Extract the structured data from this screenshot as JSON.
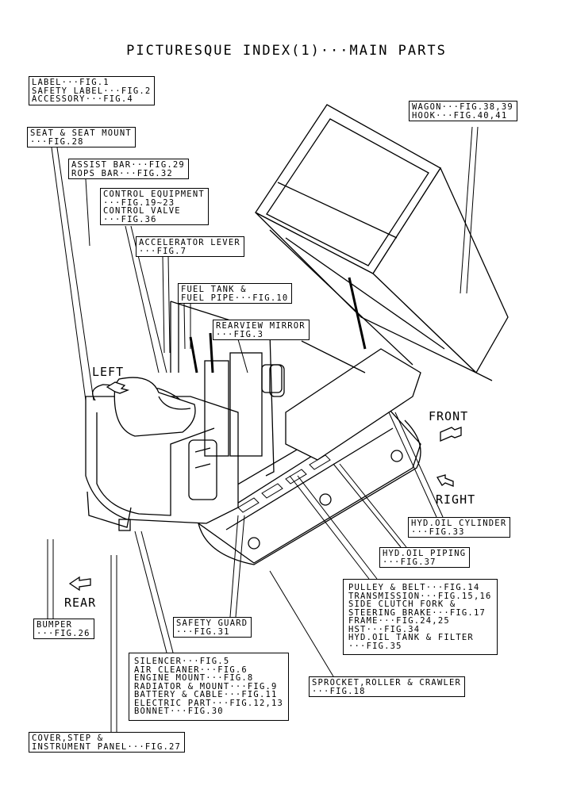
{
  "title": "PICTURESQUE INDEX(1)···MAIN PARTS",
  "directions": {
    "left": "LEFT",
    "front": "FRONT",
    "right": "RIGHT",
    "rear": "REAR"
  },
  "callouts": {
    "label": [
      "LABEL···FIG.1",
      "SAFETY LABEL···FIG.2",
      "ACCESSORY···FIG.4"
    ],
    "seat": [
      "SEAT & SEAT MOUNT",
      "···FIG.28"
    ],
    "assist": [
      "ASSIST BAR···FIG.29",
      "ROPS BAR···FIG.32"
    ],
    "control": [
      "CONTROL EQUIPMENT",
      "···FIG.19~23",
      "CONTROL VALVE",
      "···FIG.36"
    ],
    "accel": [
      "ACCELERATOR LEVER",
      "···FIG.7"
    ],
    "fuel": [
      "FUEL TANK &",
      "FUEL PIPE···FIG.10"
    ],
    "mirror": [
      "REARVIEW MIRROR",
      "···FIG.3"
    ],
    "wagon": [
      "WAGON···FIG.38,39",
      "HOOK···FIG.40,41"
    ],
    "hydcyl": [
      "HYD.OIL CYLINDER",
      "···FIG.33"
    ],
    "hydpipe": [
      "HYD.OIL PIPING",
      "···FIG.37"
    ],
    "pulley": [
      "PULLEY & BELT···FIG.14",
      "TRANSMISSION···FIG.15,16",
      "SIDE CLUTCH FORK &",
      "STEERING BRAKE···FIG.17",
      "FRAME···FIG.24,25",
      "HST···FIG.34",
      "HYD.OIL TANK & FILTER",
      "···FIG.35"
    ],
    "sprocket": [
      "SPROCKET,ROLLER & CRAWLER",
      "···FIG.18"
    ],
    "guard": [
      "SAFETY GUARD",
      "···FIG.31"
    ],
    "silencer": [
      "SILENCER···FIG.5",
      "AIR CLEANER···FIG.6",
      "ENGINE MOUNT···FIG.8",
      "RADIATOR & MOUNT···FIG.9",
      "BATTERY & CABLE···FIG.11",
      "ELECTRIC PART···FIG.12,13",
      "BONNET···FIG.30"
    ],
    "bumper": [
      "BUMPER",
      "···FIG.26"
    ],
    "cover": [
      "COVER,STEP &",
      "INSTRUMENT PANEL···FIG.27"
    ]
  }
}
